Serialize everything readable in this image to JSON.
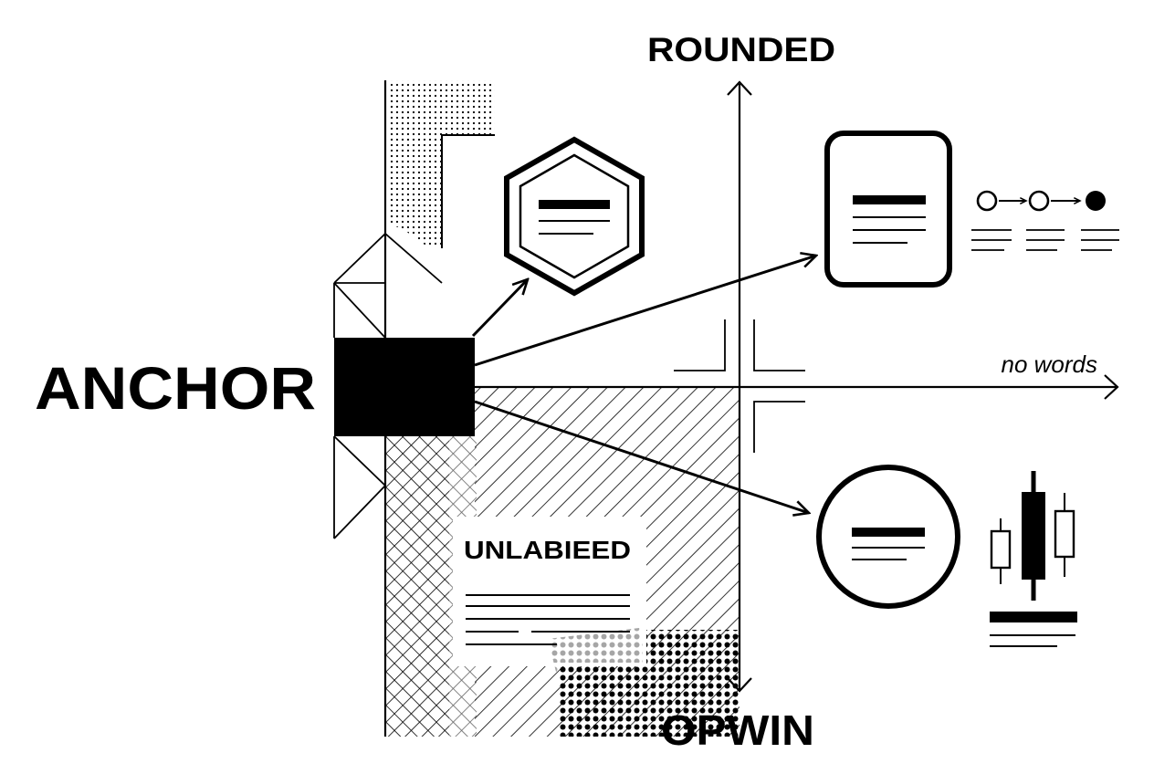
{
  "labels": {
    "anchor": "ANCHOR",
    "top_axis": "ROUNDED",
    "bottom_axis": "OPWIN",
    "right_axis": "no words",
    "inset_heading": "UNLABIEED"
  },
  "colors": {
    "ink": "#000000",
    "paper": "#ffffff"
  },
  "icons": {
    "hexagon_card": "hexagon-document-icon",
    "rounded_card": "rounded-document-icon",
    "circle_card": "circle-document-icon",
    "step_flow": "step-flow-icon",
    "candlestick": "candlestick-chart-icon"
  }
}
